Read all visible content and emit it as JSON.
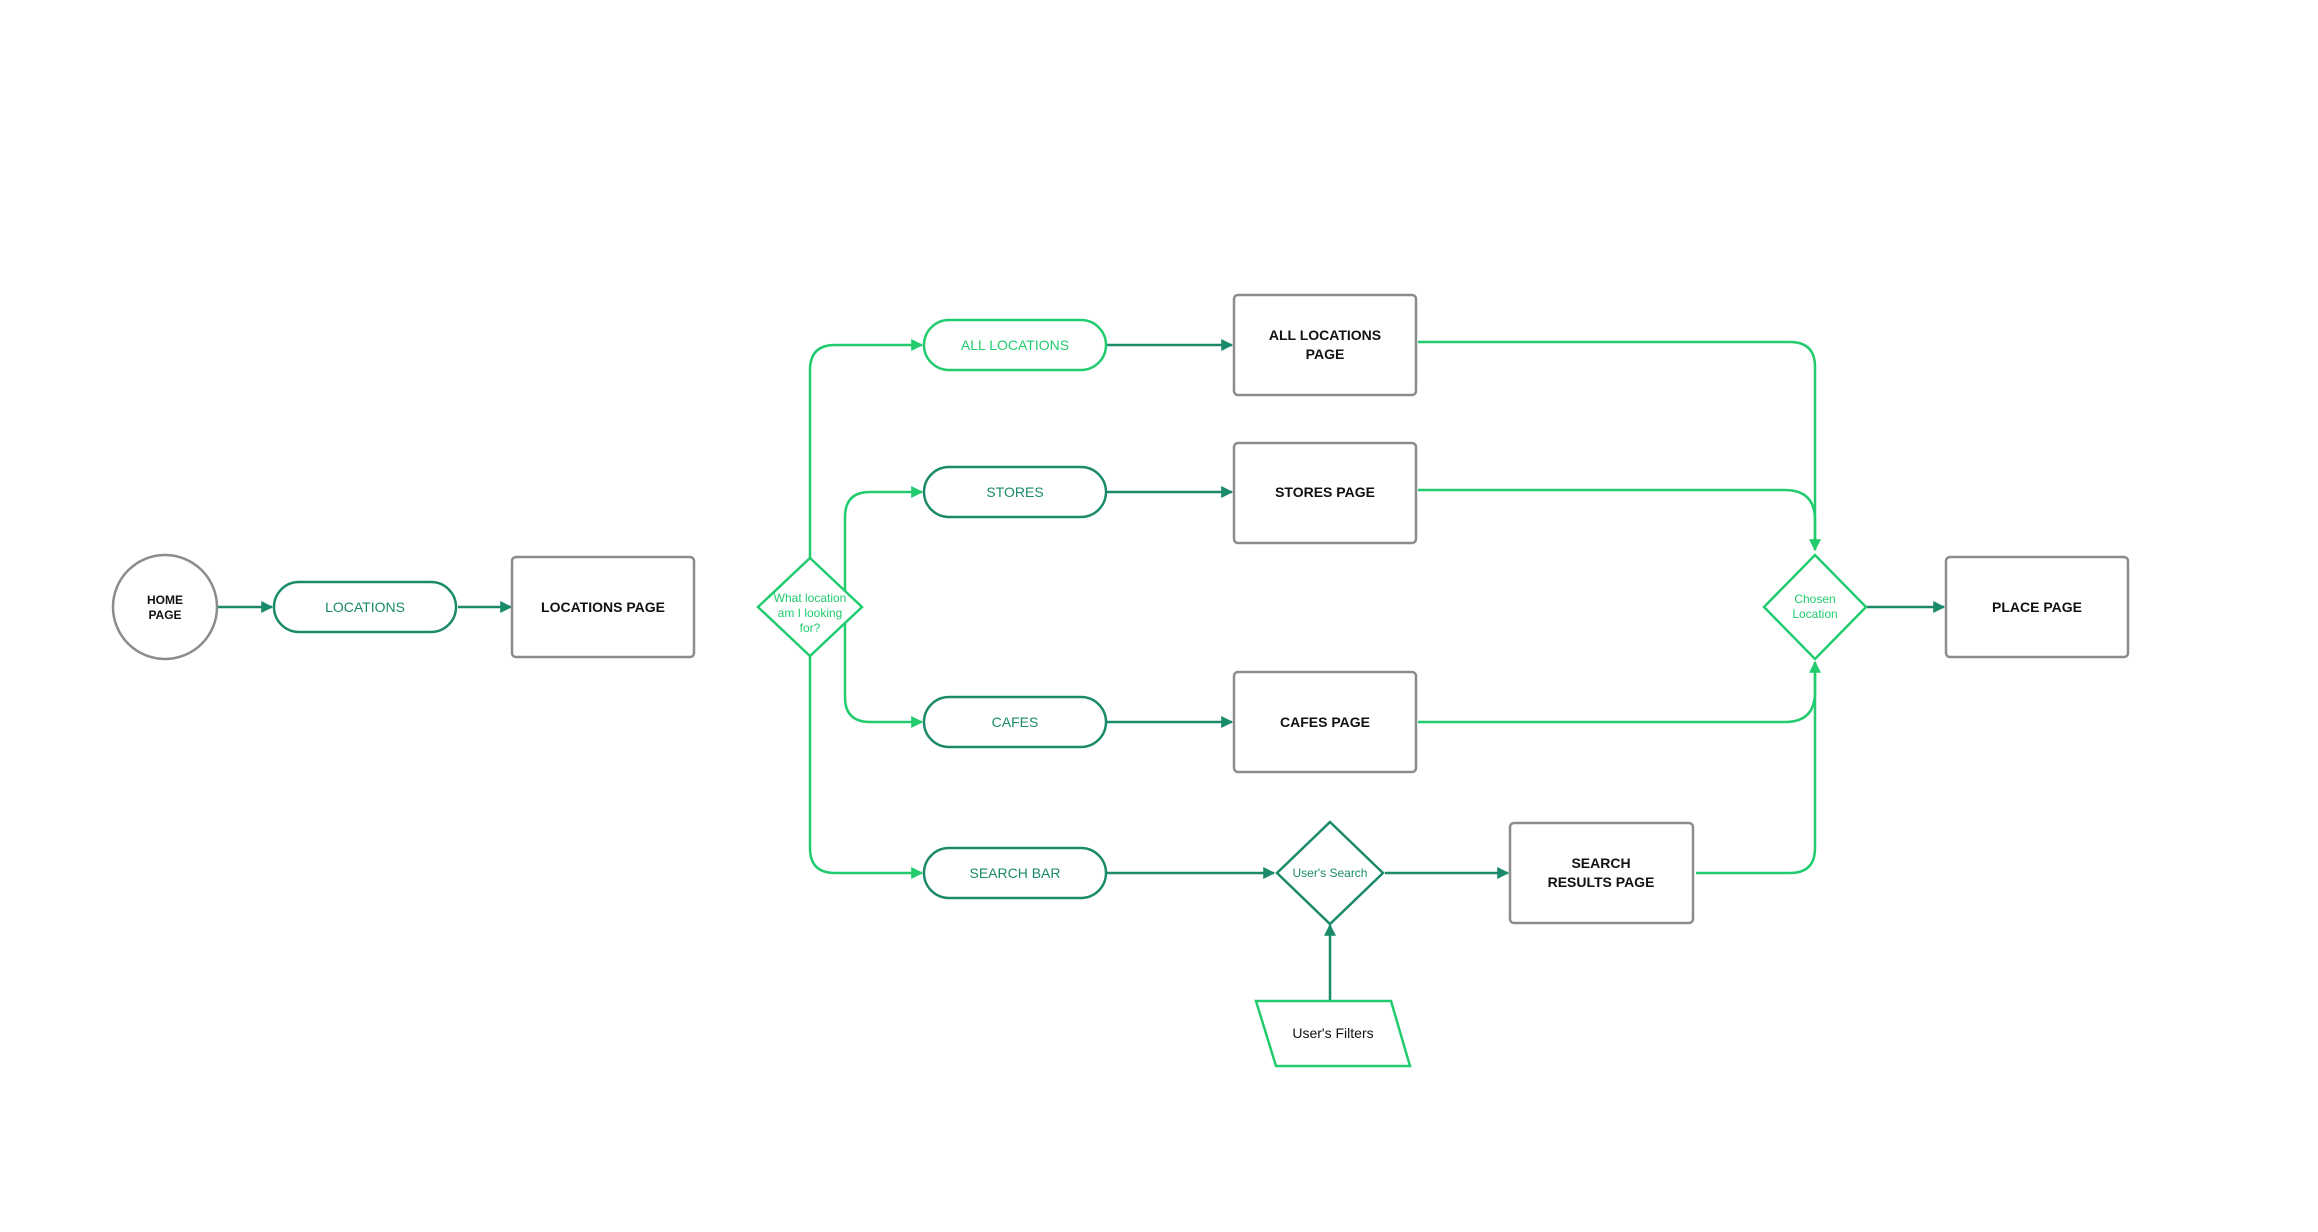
{
  "colors": {
    "bright_green": "#22cc6e",
    "dark_green": "#1a8a6a",
    "gray": "#8c8c8c",
    "text_dark": "#111111"
  },
  "nodes": {
    "home": [
      "HOME",
      "PAGE"
    ],
    "locations_action": "LOCATIONS",
    "locations_page": "LOCATIONS PAGE",
    "decision_location": [
      "What location",
      "am I looking",
      "for?"
    ],
    "all_locations_action": "ALL LOCATIONS",
    "stores_action": "STORES",
    "cafes_action": "CAFES",
    "search_bar_action": "SEARCH BAR",
    "all_locations_page": [
      "ALL LOCATIONS",
      "PAGE"
    ],
    "stores_page": "STORES PAGE",
    "cafes_page": "CAFES PAGE",
    "users_search": "User's Search",
    "search_results_page": [
      "SEARCH",
      "RESULTS PAGE"
    ],
    "users_filters": "User's Filters",
    "chosen_location": [
      "Chosen",
      "Location"
    ],
    "place_page": "PLACE PAGE"
  }
}
